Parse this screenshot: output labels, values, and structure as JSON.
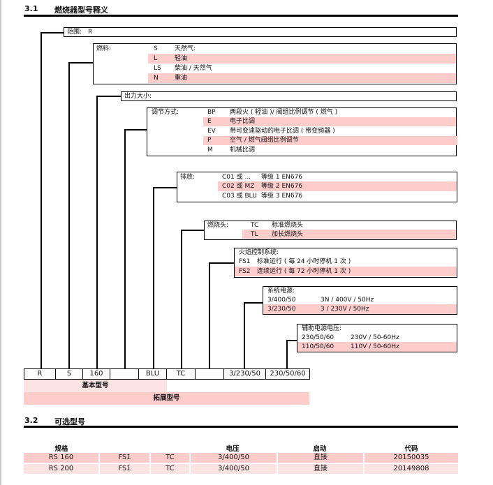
{
  "section1": {
    "number": "3.1",
    "title": "燃烧器型号释义",
    "range": {
      "label": "范围:",
      "value": "R"
    },
    "fuel": {
      "label": "燃料:",
      "items": [
        {
          "code": "S",
          "desc": "天然气:"
        },
        {
          "code": "L",
          "desc": "轻油"
        },
        {
          "code": "LS",
          "desc": "柴油 / 天然气"
        },
        {
          "code": "N",
          "desc": "重油"
        }
      ]
    },
    "output": {
      "label": "出力大小:"
    },
    "regulation": {
      "label": "调节方式:",
      "items": [
        {
          "code": "BP",
          "desc": "两段火 ( 轻油 )/ 阀组比例调节 ( 燃气 )"
        },
        {
          "code": "E",
          "desc": "电子比调"
        },
        {
          "code": "EV",
          "desc": "带可变速驱动的电子比调 ( 带变频器 )"
        },
        {
          "code": "P",
          "desc": "空气 / 燃气阀组比例调节"
        },
        {
          "code": "M",
          "desc": "机械比调"
        }
      ]
    },
    "emission": {
      "label": "排放:",
      "items": [
        {
          "code": "C01 或 ...",
          "desc": "等级 1 EN676"
        },
        {
          "code": "C02 或 MZ",
          "desc": "等级 2 EN676"
        },
        {
          "code": "C03 或 BLU",
          "desc": "等级 3 EN676"
        }
      ]
    },
    "head": {
      "label": "燃烧头:",
      "items": [
        {
          "code": "TC",
          "desc": "标准燃烧头"
        },
        {
          "code": "TL",
          "desc": "加长燃烧头"
        }
      ]
    },
    "flame_control": {
      "label": "火焰控制系统:",
      "items": [
        {
          "code": "FS1",
          "desc": "标准运行 ( 每 24 小时停机 1 次 )"
        },
        {
          "code": "FS2",
          "desc": "连续运行 ( 每 72 小时停机 1 次 )"
        }
      ]
    },
    "power_supply": {
      "label": "系统电源:",
      "items": [
        {
          "code": "3/400/50",
          "desc": "3N / 400V / 50Hz"
        },
        {
          "code": "3/230/50",
          "desc": "3 / 230V / 50Hz"
        }
      ]
    },
    "aux_supply": {
      "label": "辅助电源电压:",
      "items": [
        {
          "code": "230/50/60",
          "desc": "230V / 50-60Hz"
        },
        {
          "code": "110/50/60",
          "desc": "110V / 50-60Hz"
        }
      ]
    },
    "code_row": [
      "R",
      "S",
      "160",
      "",
      "BLU",
      "TC",
      "",
      "3/230/50",
      "230/50/60"
    ],
    "basic_label": "基本型号",
    "extended_label": "拓展型号"
  },
  "section2": {
    "number": "3.2",
    "title": "可选型号",
    "headers": [
      "规格",
      "",
      "",
      "电压",
      "启动",
      "代码"
    ],
    "rows": [
      [
        "RS 160",
        "FS1",
        "TC",
        "3/400/50",
        "直接",
        "20150035"
      ],
      [
        "RS 200",
        "FS1",
        "TC",
        "3/400/50",
        "直接",
        "20149808"
      ]
    ]
  }
}
